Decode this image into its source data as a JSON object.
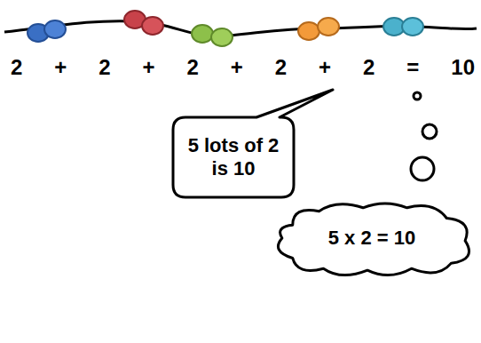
{
  "diagram": {
    "nodes": [
      {
        "text": [
          "5 lots of 2 is 10"
        ]
      },
      {
        "text": [
          "5 x 2 = 10"
        ]
      }
    ],
    "labels": [
      "2 + 2 + 2 + 2 + 2 = 10"
    ]
  }
}
